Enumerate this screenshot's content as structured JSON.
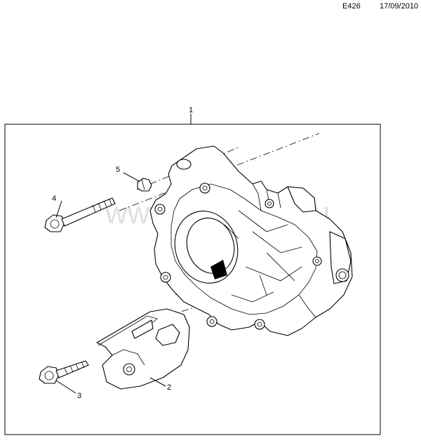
{
  "header": {
    "code": "E426",
    "date": "17/09/2010"
  },
  "watermark": "www.umsklod.ru",
  "callouts": [
    {
      "id": "1",
      "label": "1"
    },
    {
      "id": "2",
      "label": "2"
    },
    {
      "id": "3",
      "label": "3"
    },
    {
      "id": "4",
      "label": "4"
    },
    {
      "id": "5",
      "label": "5"
    }
  ]
}
